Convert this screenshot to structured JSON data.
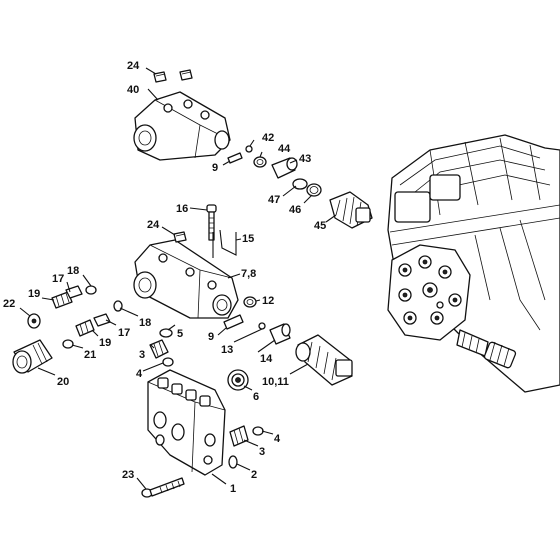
{
  "labels": {
    "l24a": "24",
    "l40": "40",
    "l42": "42",
    "l44": "44",
    "l9a": "9",
    "l43": "43",
    "l47": "47",
    "l46": "46",
    "l45": "45",
    "l16": "16",
    "l24b": "24",
    "l15": "15",
    "l18a": "18",
    "l17a": "17",
    "l78": "7,8",
    "l19a": "19",
    "l22": "22",
    "l12": "12",
    "l18b": "18",
    "l5": "5",
    "l17b": "17",
    "l9b": "9",
    "l19b": "19",
    "l21": "21",
    "l13": "13",
    "l3a": "3",
    "l14": "14",
    "l4a": "4",
    "l1011": "10,11",
    "l20": "20",
    "l6": "6",
    "l3b": "3",
    "l4b": "4",
    "l23": "23",
    "l2": "2",
    "l1": "1"
  }
}
